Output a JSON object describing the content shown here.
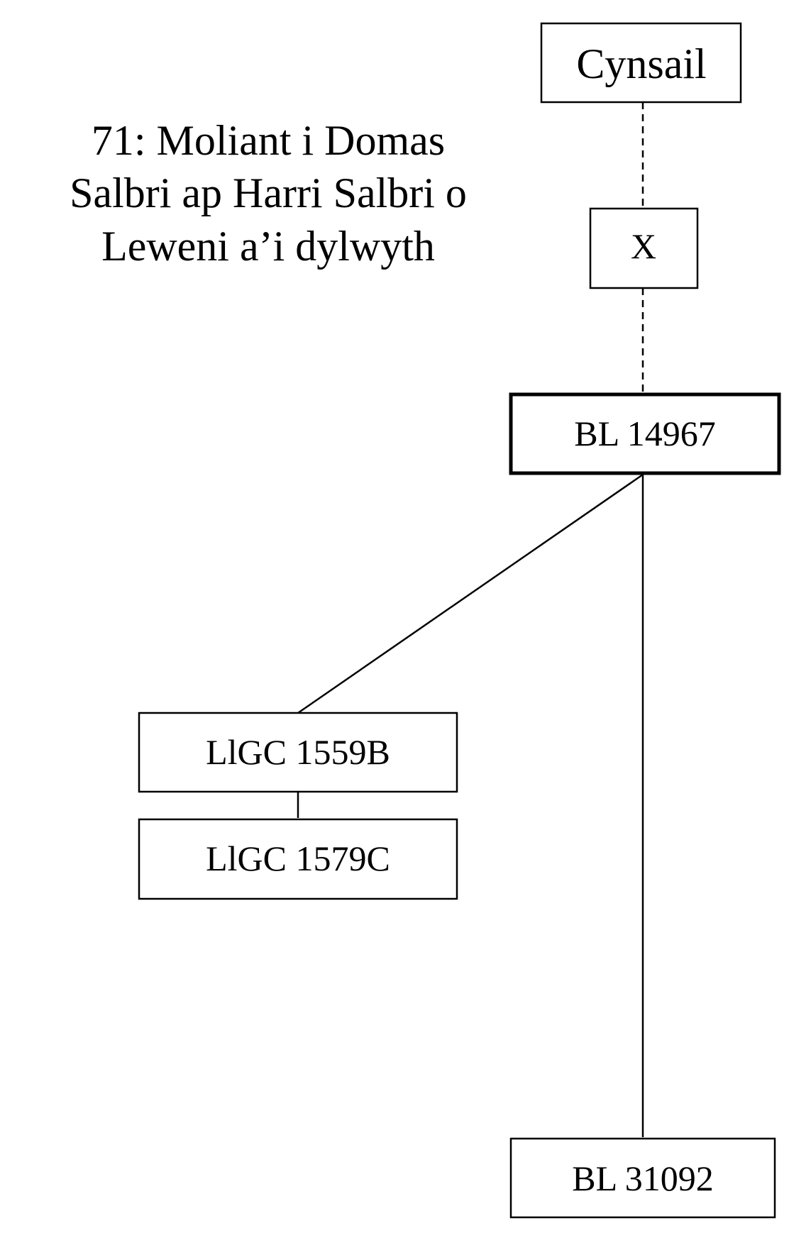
{
  "title": {
    "lines": [
      "71: Moliant i Domas",
      "Salbri ap Harri Salbri o",
      "Leweni a’i dylwyth"
    ]
  },
  "nodes": {
    "cynsail": "Cynsail",
    "x": "X",
    "bl14967": "BL 14967",
    "llgc1559b": "LlGC 1559B",
    "llgc1579c": "LlGC 1579C",
    "bl31092": "BL 31092"
  }
}
